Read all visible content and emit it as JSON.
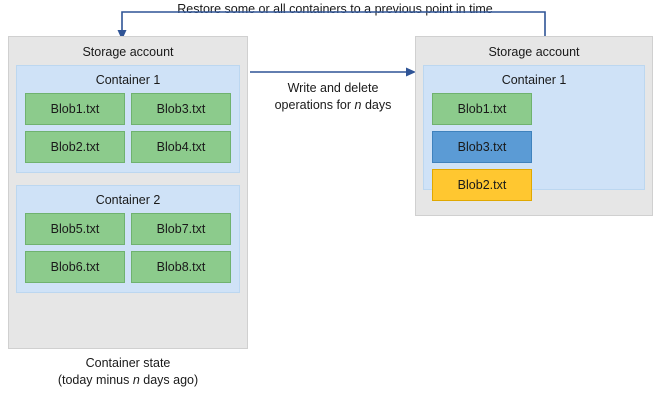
{
  "diagram": {
    "top_label": "Restore some or all containers to a previous point in time",
    "middle_label_line1": "Write and delete",
    "middle_label_line2_pre": "operations for ",
    "middle_label_line2_em": "n",
    "middle_label_line2_post": " days",
    "bottom_caption_line1": "Container state",
    "bottom_caption_line2_pre": "(today minus ",
    "bottom_caption_line2_em": "n",
    "bottom_caption_line2_post": " days ago)"
  },
  "left_account": {
    "title": "Storage account",
    "containers": [
      {
        "title": "Container 1",
        "blobs": [
          {
            "label": "Blob1.txt",
            "color": "green"
          },
          {
            "label": "Blob3.txt",
            "color": "green"
          },
          {
            "label": "Blob2.txt",
            "color": "green"
          },
          {
            "label": "Blob4.txt",
            "color": "green"
          }
        ]
      },
      {
        "title": "Container 2",
        "blobs": [
          {
            "label": "Blob5.txt",
            "color": "green"
          },
          {
            "label": "Blob7.txt",
            "color": "green"
          },
          {
            "label": "Blob6.txt",
            "color": "green"
          },
          {
            "label": "Blob8.txt",
            "color": "green"
          }
        ]
      }
    ]
  },
  "right_account": {
    "title": "Storage account",
    "containers": [
      {
        "title": "Container 1",
        "blobs": [
          {
            "label": "Blob1.txt",
            "color": "green"
          },
          {
            "label": "Blob3.txt",
            "color": "blue"
          },
          {
            "label": "Blob2.txt",
            "color": "yellow"
          }
        ]
      }
    ]
  },
  "colors": {
    "panel_gray": "#e6e6e6",
    "container_blue": "#cfe2f7",
    "blob_green": "#8ccb8c",
    "blob_blue": "#5b9bd5",
    "blob_yellow": "#ffc730",
    "arrow": "#2f5496"
  }
}
